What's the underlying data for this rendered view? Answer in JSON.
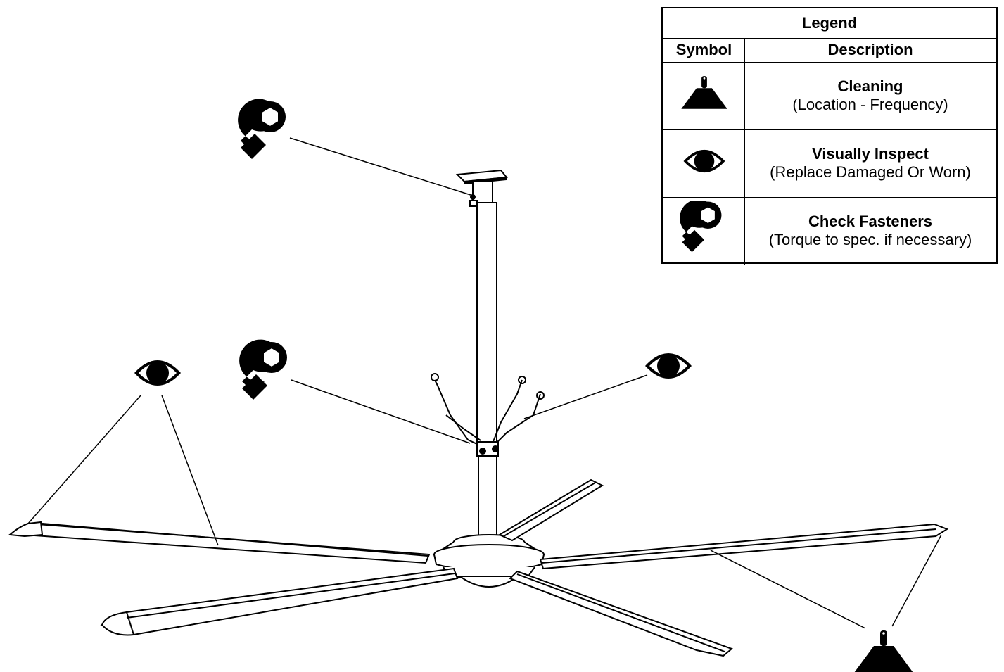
{
  "legend": {
    "title": "Legend",
    "headers": {
      "symbol": "Symbol",
      "description": "Description"
    },
    "rows": [
      {
        "icon": "cleaning-scraper-icon",
        "title": "Cleaning",
        "subtitle": "(Location - Frequency)"
      },
      {
        "icon": "eye-icon",
        "title": "Visually Inspect",
        "subtitle": "(Replace Damaged Or Worn)"
      },
      {
        "icon": "wrench-icon",
        "title": "Check Fasteners",
        "subtitle": "(Torque to spec. if necessary)"
      }
    ]
  },
  "colors": {
    "ink": "#000000",
    "background": "#ffffff"
  }
}
